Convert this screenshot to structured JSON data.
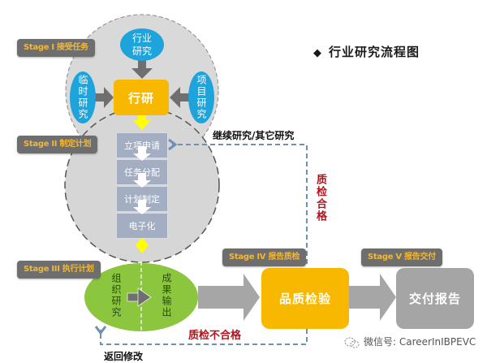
{
  "title": {
    "bullet_icon": "diamond-icon",
    "text": "行业研究流程图"
  },
  "stages": [
    {
      "label": "Stage I 接受任务"
    },
    {
      "label": "Stage II 制定计划"
    },
    {
      "label": "Stage III 执行计划"
    },
    {
      "label": "Stage IV 报告质检"
    },
    {
      "label": "Stage V 报告交付"
    }
  ],
  "stage1": {
    "core": "行研",
    "inputs": [
      {
        "label": "行业研究",
        "position": "top"
      },
      {
        "label": "临时研究",
        "position": "left"
      },
      {
        "label": "项目研究",
        "position": "right"
      }
    ]
  },
  "stage2": {
    "steps": [
      "立项申请",
      "任务分配",
      "计划制定",
      "电子化"
    ]
  },
  "stage3": {
    "left": "组织研究",
    "right": "成果输出"
  },
  "stage4": {
    "box": "品质检验"
  },
  "stage5": {
    "box": "交付报告"
  },
  "feedback": {
    "continue_label": "继续研究/其它研究",
    "pass_label": "质检合格",
    "fail_label": "质检不合格",
    "revise_label": "返回修改"
  },
  "watermark": {
    "icon": "wechat-icon",
    "text": "微信号: CareerInIBPEVC"
  },
  "colors": {
    "stage_label_bg": "#6e6e6e",
    "stage_label_text": "#f0b83a",
    "blue_oval": "#1ea3db",
    "orange": "#f9b800",
    "step_box": "#a3aec3",
    "green": "#8cc63f",
    "grey_circle": "#d9d9d9",
    "grey_arrow": "#a6a6a6",
    "deliver": "#a6a5a6",
    "dashed_line": "#6f8fb3",
    "red_text": "#b0141c",
    "yellow_connector": "#ffff00"
  }
}
